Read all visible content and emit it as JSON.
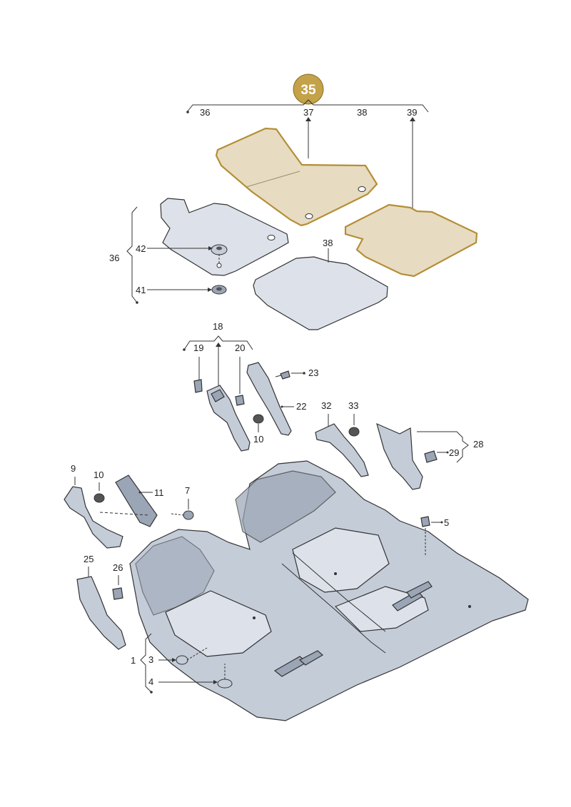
{
  "diagram": {
    "badge": "35",
    "accent_color": "#c3a24a",
    "mat_beige_color": "#e7dcc2",
    "part_grey_color": "#c4ccd8",
    "labels": {
      "p1": "1",
      "p3": "3",
      "p4": "4",
      "p5": "5",
      "p7": "7",
      "p9": "9",
      "p10a": "10",
      "p10b": "10",
      "p11": "11",
      "p18": "18",
      "p19": "19",
      "p20": "20",
      "p22": "22",
      "p23": "23",
      "p25": "25",
      "p26": "26",
      "p28": "28",
      "p29": "29",
      "p32": "32",
      "p33": "33",
      "p36a": "36",
      "p36b": "36",
      "p37": "37",
      "p38a": "38",
      "p38b": "38",
      "p39": "39",
      "p41": "41",
      "p42": "42"
    }
  }
}
